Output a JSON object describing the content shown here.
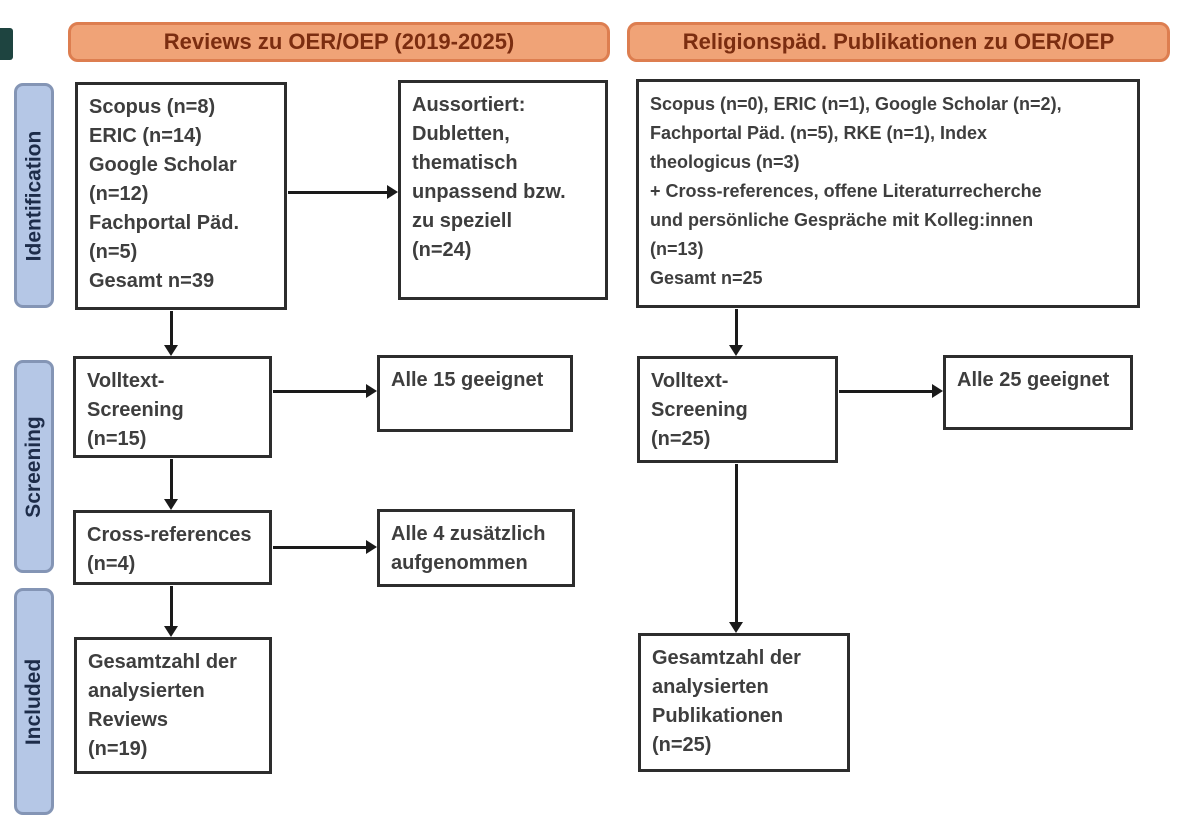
{
  "colors": {
    "header_bg": "#F0A377",
    "header_border": "#DD7E50",
    "header_text": "#7B2D10",
    "sidebar_bg": "#B5C7E6",
    "sidebar_border": "#8495B5",
    "sidebar_text": "#1D2C49",
    "box_border": "#2D2D2D",
    "box_text": "#3E3E3E",
    "arrow": "#1A1A1A",
    "accent_square": "#1E4440"
  },
  "headers": {
    "left": "Reviews zu OER/OEP (2019-2025)",
    "right": "Religionspäd. Publikationen zu OER/OEP"
  },
  "phases": {
    "identification": "Identification",
    "screening": "Screening",
    "included": "Included"
  },
  "left_flow": {
    "sources": "Scopus (n=8)\nERIC (n=14)\nGoogle Scholar\n(n=12)\nFachportal Päd.\n(n=5)\nGesamt n=39",
    "excluded": "Aussortiert:\nDubletten,\nthematisch\nunpassend bzw.\nzu speziell\n(n=24)",
    "fulltext_screening": "Volltext-\nScreening\n(n=15)",
    "screening_result": "Alle 15 geeignet",
    "cross_references": "Cross-references\n(n=4)",
    "cross_references_result": "Alle 4 zusätzlich\naufgenommen",
    "included_total": "Gesamtzahl der\nanalysierten\nReviews\n(n=19)"
  },
  "right_flow": {
    "sources": "Scopus (n=0), ERIC (n=1), Google Scholar (n=2),\nFachportal Päd. (n=5), RKE (n=1), Index\ntheologicus (n=3)\n+ Cross-references, offene Literaturrecherche\nund persönliche Gespräche mit Kolleg:innen\n(n=13)\nGesamt n=25",
    "fulltext_screening": "Volltext-\nScreening\n(n=25)",
    "screening_result": "Alle 25 geeignet",
    "included_total": "Gesamtzahl der\nanalysierten\nPublikationen\n(n=25)"
  }
}
